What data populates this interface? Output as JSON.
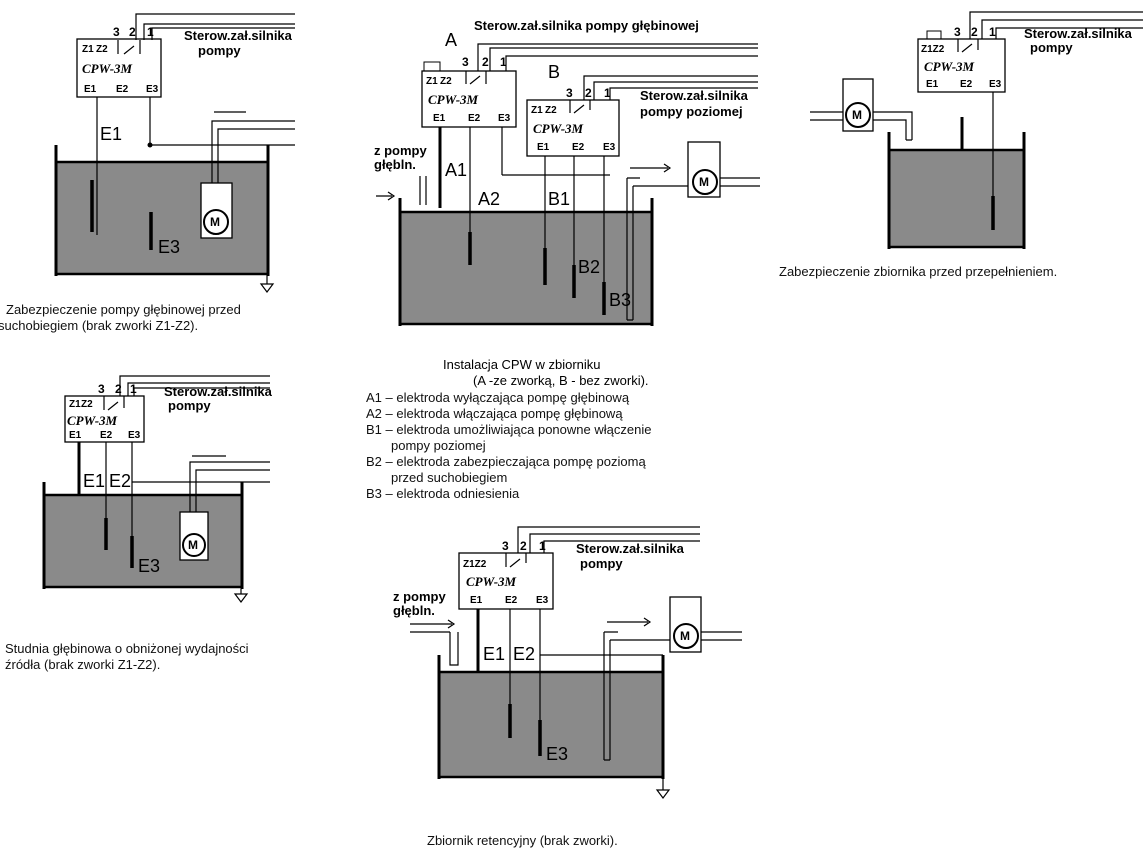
{
  "device": {
    "model": "CPW-3M",
    "terminal_z1": "Z1",
    "terminal_z2": "Z2",
    "terminal_z1z2": "Z1Z2",
    "contact_3": "3",
    "contact_2": "2",
    "contact_1": "1",
    "e1": "E1",
    "e2": "E2",
    "e3": "E3",
    "motor": "M"
  },
  "diagrams": {
    "top_left": {
      "control_l1": "Sterow.zał.silnika",
      "control_l2": "pompy",
      "caption_l1": "Zabezpieczenie pompy głębinowej przed",
      "caption_l2": "suchobiegiem (brak zworki Z1-Z2)."
    },
    "mid_left": {
      "control_l1": "Sterow.zał.silnika",
      "control_l2": "pompy",
      "caption_l1": "Studnia głębinowa o obniżonej wydajności",
      "caption_l2": "źródła (brak zworki Z1-Z2)."
    },
    "center": {
      "title": "Sterow.zał.silnika pompy głębinowej",
      "label_a": "A",
      "label_b": "B",
      "control_b_l1": "Sterow.zał.silnika",
      "control_b_l2": "pompy poziomej",
      "inlet_l1": "z pompy",
      "inlet_l2": "głębln.",
      "a1": "A1",
      "a2": "A2",
      "b1": "B1",
      "b2": "B2",
      "b3": "B3",
      "caption_l1": "Instalacja CPW w zbiorniku",
      "caption_l2": "(A -ze zworką, B - bez zworki)."
    },
    "top_right": {
      "control_l1": "Sterow.zał.silnika",
      "control_l2": "pompy",
      "caption": "Zabezpieczenie zbiornika przed przepełnieniem."
    },
    "bottom": {
      "control_l1": "Sterow.zał.silnika",
      "control_l2": "pompy",
      "inlet_l1": "z pompy",
      "inlet_l2": "głębln.",
      "caption": "Zbiornik retencyjny (brak zworki)."
    }
  },
  "legend": [
    "A1 – elektroda wyłączająca pompę głębinową",
    "A2 – elektroda włączająca pompę głębinową",
    "B1 – elektroda umożliwiająca ponowne włączenie",
    "pompy poziomej",
    "B2 – elektroda zabezpieczająca pompę poziomą",
    "przed suchobiegiem",
    "B3 – elektroda odniesienia"
  ],
  "colors": {
    "water": "#8a8a8a",
    "line": "#000000",
    "background": "#ffffff"
  }
}
